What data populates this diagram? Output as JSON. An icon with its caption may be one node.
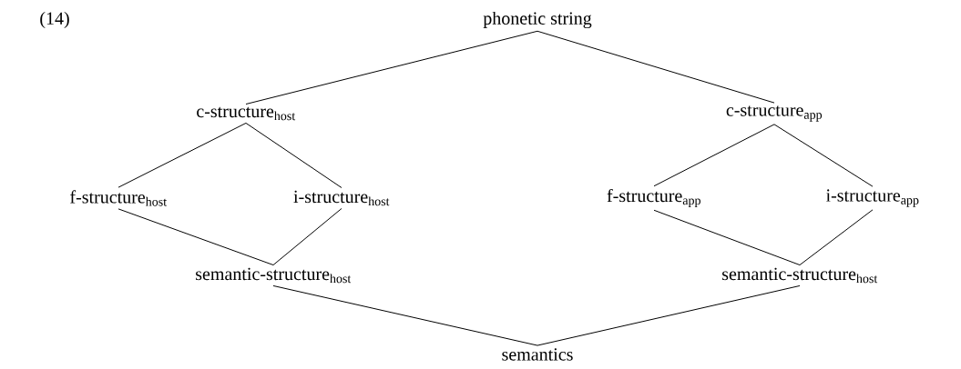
{
  "diagram": {
    "nodes": [
      {
        "text": [
          "phonetic string"
        ]
      },
      {
        "text": [
          "c-structure$_{host}$"
        ]
      },
      {
        "text": [
          "c-structure$_{app}$"
        ]
      },
      {
        "text": [
          "f-structure$_{host}$"
        ]
      },
      {
        "text": [
          "i-structure$_{host}$"
        ]
      },
      {
        "text": [
          "f-structure$_{app}$"
        ]
      },
      {
        "text": [
          "i-structure$_{app}$"
        ]
      },
      {
        "text": [
          "semantic-structure$_{host}$"
        ]
      },
      {
        "text": [
          "semantic-structure$_{host}$"
        ]
      },
      {
        "text": [
          "semantics"
        ]
      }
    ],
    "edges": [
      {
        "from": 0,
        "to": 1,
        "arrow": "none"
      },
      {
        "from": 0,
        "to": 2,
        "arrow": "none"
      },
      {
        "from": 1,
        "to": 3,
        "arrow": "none"
      },
      {
        "from": 1,
        "to": 4,
        "arrow": "none"
      },
      {
        "from": 2,
        "to": 5,
        "arrow": "none"
      },
      {
        "from": 2,
        "to": 6,
        "arrow": "none"
      },
      {
        "from": 3,
        "to": 7,
        "arrow": "none"
      },
      {
        "from": 4,
        "to": 7,
        "arrow": "none"
      },
      {
        "from": 5,
        "to": 8,
        "arrow": "none"
      },
      {
        "from": 6,
        "to": 8,
        "arrow": "none"
      },
      {
        "from": 7,
        "to": 9,
        "arrow": "none"
      },
      {
        "from": 8,
        "to": 9,
        "arrow": "none"
      }
    ],
    "labels": [
      "(14)"
    ]
  }
}
